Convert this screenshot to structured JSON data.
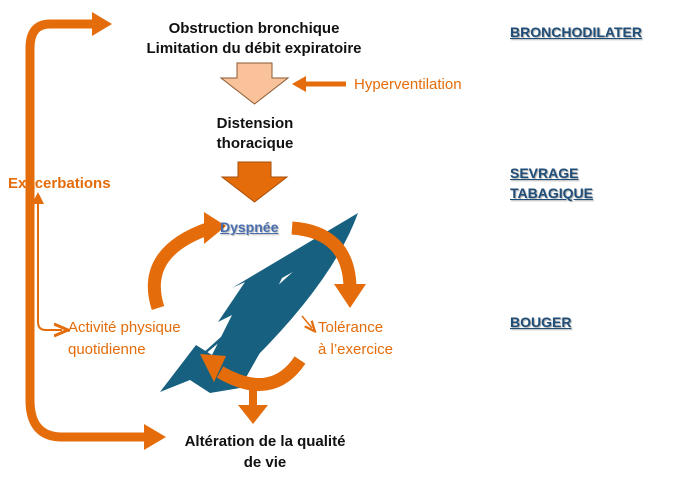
{
  "diagram": {
    "colors": {
      "orange": "#e46c0a",
      "orange_light": "#f9c29a",
      "teal": "#17607f",
      "dark_text": "#111111",
      "link": "#1f4e79"
    },
    "nodes": {
      "obstruction_line1": "Obstruction bronchique",
      "obstruction_line2": "Limitation du débit expiratoire",
      "hyperventilation": "Hyperventilation",
      "distension_line1": "Distension",
      "distension_line2": "thoracique",
      "exacerbations": "Exacerbations",
      "dyspnee": "Dyspnée",
      "activite_line1": "Activité physique",
      "activite_line2": "quotidienne",
      "tolerance_line1": "Tolérance",
      "tolerance_line2": "à l’exercice",
      "alteration_line1": "Altération de la qualité",
      "alteration_line2": "de vie"
    },
    "links": {
      "bronchodilater": "BRONCHODILATER",
      "sevrage_line1": "SEVRAGE",
      "sevrage_line2": "TABAGIQUE",
      "bouger": "BOUGER"
    },
    "icons": [
      "block-arrow-down-icon",
      "curved-arrow-icon",
      "lightning-bolt-icon",
      "arrow-left-icon"
    ]
  }
}
